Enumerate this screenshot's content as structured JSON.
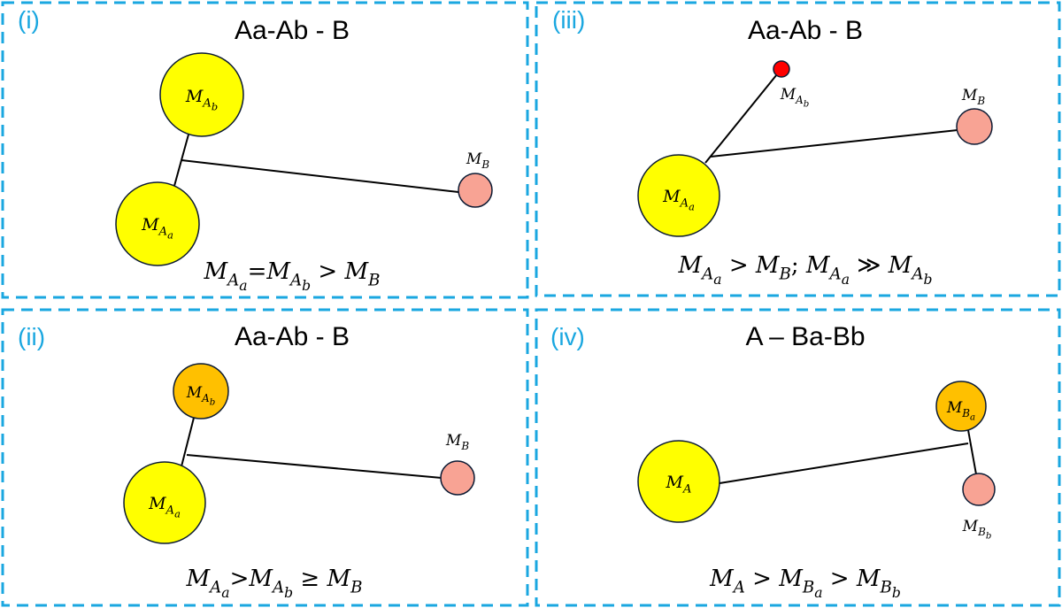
{
  "colors": {
    "frame": "#1aa7e0",
    "yellow": "#ffff00",
    "orange": "#ffc000",
    "salmon": "#f8a394",
    "red": "#ff0000"
  },
  "panels": [
    {
      "tag": "(i)",
      "title": "Aa-Ab - B",
      "labels": {
        "Ab": {
          "m": "M",
          "s": "A",
          "ss": "b"
        },
        "Aa": {
          "m": "M",
          "s": "A",
          "ss": "a"
        },
        "B": {
          "m": "M",
          "s": "B"
        }
      },
      "equation": [
        {
          "m": "M",
          "s": "A",
          "ss": "a"
        },
        {
          "op": "="
        },
        {
          "m": "M",
          "s": "A",
          "ss": "b"
        },
        {
          "op": " > "
        },
        {
          "m": "M",
          "s": "B"
        }
      ]
    },
    {
      "tag": "(iii)",
      "title": "Aa-Ab - B",
      "labels": {
        "Ab": {
          "m": "M",
          "s": "A",
          "ss": "b"
        },
        "Aa": {
          "m": "M",
          "s": "A",
          "ss": "a"
        },
        "B": {
          "m": "M",
          "s": "B"
        }
      },
      "equation": [
        {
          "m": "M",
          "s": "A",
          "ss": "a"
        },
        {
          "op": " > "
        },
        {
          "m": "M",
          "s": "B"
        },
        {
          "op": ";  "
        },
        {
          "m": "M",
          "s": "A",
          "ss": "a"
        },
        {
          "op": " ≫ "
        },
        {
          "m": "M",
          "s": "A",
          "ss": "b"
        }
      ]
    },
    {
      "tag": "(ii)",
      "title": "Aa-Ab - B",
      "labels": {
        "Ab": {
          "m": "M",
          "s": "A",
          "ss": "b"
        },
        "Aa": {
          "m": "M",
          "s": "A",
          "ss": "a"
        },
        "B": {
          "m": "M",
          "s": "B"
        }
      },
      "equation": [
        {
          "m": "M",
          "s": "A",
          "ss": "a"
        },
        {
          "op": ">"
        },
        {
          "m": "M",
          "s": "A",
          "ss": "b"
        },
        {
          "op": " ≥ "
        },
        {
          "m": "M",
          "s": "B"
        }
      ]
    },
    {
      "tag": "(iv)",
      "title": "A – Ba-Bb",
      "labels": {
        "A": {
          "m": "M",
          "s": "A"
        },
        "Ba": {
          "m": "M",
          "s": "B",
          "ss": "a"
        },
        "Bb": {
          "m": "M",
          "s": "B",
          "ss": "b"
        }
      },
      "equation": [
        {
          "m": "M",
          "s": "A"
        },
        {
          "op": " > "
        },
        {
          "m": "M",
          "s": "B",
          "ss": "a"
        },
        {
          "op": " > "
        },
        {
          "m": "M",
          "s": "B",
          "ss": "b"
        }
      ]
    }
  ]
}
